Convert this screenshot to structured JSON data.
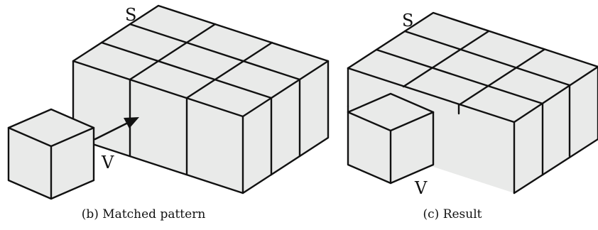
{
  "panels": [
    {
      "id": "b",
      "label_S": "S",
      "label_V": "V",
      "caption": "(b) Matched pattern"
    },
    {
      "id": "c",
      "label_S": "S",
      "label_V": "V",
      "caption": "(c) Result"
    }
  ],
  "colors": {
    "face": "#e9eae9",
    "stroke": "#111111",
    "background": "#ffffff"
  }
}
